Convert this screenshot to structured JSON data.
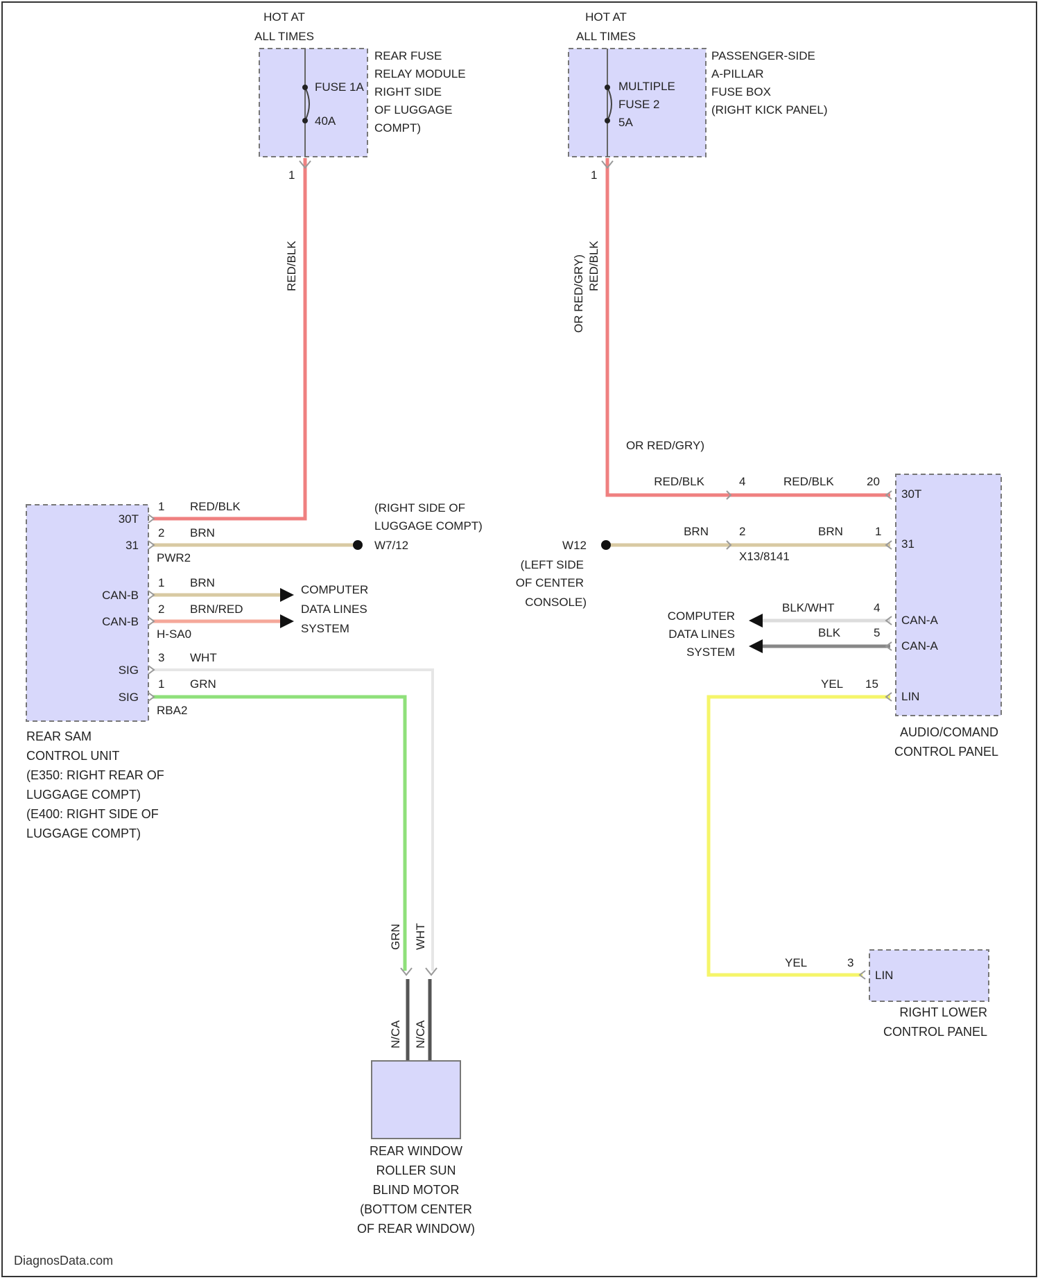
{
  "watermark": "DiagnosData.com",
  "fuse_left": {
    "hot": [
      "HOT AT",
      "ALL TIMES"
    ],
    "fuse": [
      "FUSE 1A",
      "40A"
    ],
    "location": [
      "REAR FUSE",
      "RELAY MODULE",
      "RIGHT SIDE",
      "OF LUGGAGE",
      "COMPT)"
    ],
    "wire_color": "RED/BLK",
    "wire_pin": "1"
  },
  "fuse_right": {
    "hot": [
      "HOT AT",
      "ALL TIMES"
    ],
    "fuse": [
      "MULTIPLE",
      "FUSE 2",
      "5A"
    ],
    "location": [
      "PASSENGER-SIDE",
      "A-PILLAR",
      "FUSE BOX",
      "(RIGHT KICK PANEL)"
    ],
    "wire_color": [
      "OR RED/GRY)",
      "RED/BLK"
    ],
    "wire_pin": "1"
  },
  "rear_sam": {
    "pins": [
      "30T",
      "31",
      "CAN-B",
      "CAN-B",
      "SIG",
      "SIG"
    ],
    "name": [
      "REAR SAM",
      "CONTROL UNIT",
      "(E350: RIGHT REAR OF",
      "LUGGAGE COMPT)",
      "(E400: RIGHT SIDE OF",
      "LUGGAGE COMPT)"
    ],
    "wires": [
      {
        "pin": "1",
        "color": "RED/BLK"
      },
      {
        "pin": "2",
        "color": "BRN",
        "connector": "PWR2"
      },
      {
        "pin": "1",
        "color": "BRN"
      },
      {
        "pin": "2",
        "color": "BRN/RED",
        "connector": "H-SA0"
      },
      {
        "pin": "3",
        "color": "WHT"
      },
      {
        "pin": "1",
        "color": "GRN",
        "connector": "RBA2"
      }
    ]
  },
  "ground_left": {
    "name": "W7/12",
    "location": [
      "(RIGHT SIDE OF",
      "LUGGAGE COMPT)"
    ]
  },
  "data_left": [
    "COMPUTER",
    "DATA LINES",
    "SYSTEM"
  ],
  "ground_right": {
    "name": "W12",
    "location": [
      "(LEFT SIDE",
      "OF CENTER",
      "CONSOLE)"
    ]
  },
  "splice_right": {
    "connector": "X13/8141",
    "brn": "BRN",
    "pin_red": "4",
    "pin_brn": "2"
  },
  "audio_panel": {
    "pins": [
      "30T",
      "31",
      "CAN-A",
      "CAN-A",
      "LIN"
    ],
    "name": [
      "AUDIO/COMAND",
      "CONTROL PANEL"
    ],
    "wires": [
      {
        "pin": "20",
        "color": "RED/BLK"
      },
      {
        "pin": "1",
        "color": "BRN"
      },
      {
        "pin": "4",
        "color": "BLK/WHT"
      },
      {
        "pin": "5",
        "color": "BLK"
      },
      {
        "pin": "15",
        "color": "YEL"
      }
    ]
  },
  "data_right": [
    "COMPUTER",
    "DATA LINES",
    "SYSTEM"
  ],
  "lower_panel": {
    "pin_label": "LIN",
    "pin": "3",
    "wire": "YEL",
    "name": [
      "RIGHT LOWER",
      "CONTROL PANEL"
    ]
  },
  "motor": {
    "wires": [
      "GRN",
      "WHT"
    ],
    "leads": [
      "N/CA",
      "N/CA"
    ],
    "name": [
      "REAR WINDOW",
      "ROLLER SUN",
      "BLIND MOTOR",
      "(BOTTOM CENTER",
      "OF REAR WINDOW)"
    ]
  },
  "colors": {
    "red": "#ef8080",
    "brown": "#d8c9a2",
    "green": "#8fe07a",
    "yellow": "#f5f56a",
    "white": "#e6e6e6",
    "pink": "#f5a89a",
    "box": "#d8d8fb"
  }
}
